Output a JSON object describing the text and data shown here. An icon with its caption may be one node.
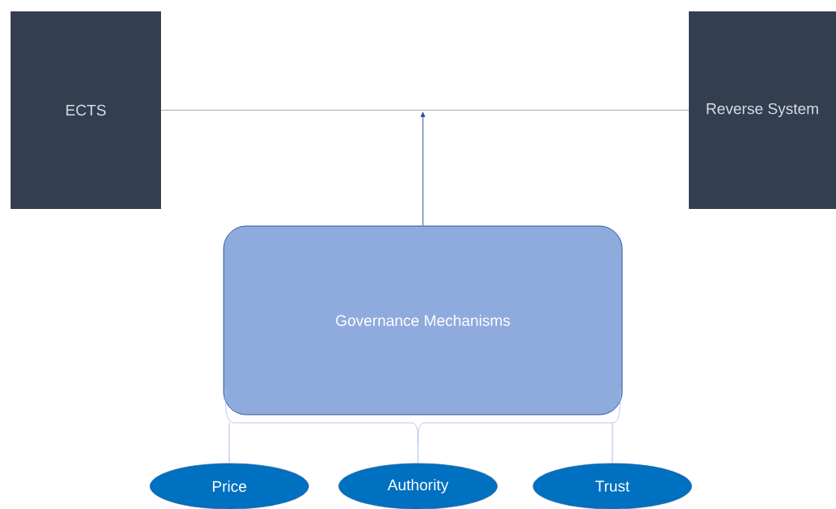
{
  "diagram": {
    "nodes": [
      {
        "text": [
          "ECTS"
        ]
      },
      {
        "text": [
          "Reverse System"
        ]
      },
      {
        "text": [
          "Governance Mechanisms"
        ]
      },
      {
        "text": [
          "Price"
        ]
      },
      {
        "text": [
          "Authority"
        ]
      },
      {
        "text": [
          "Trust"
        ]
      }
    ],
    "edges": [
      {
        "from": 0,
        "to": 1,
        "arrow": "none",
        "color": "#a6a6a6"
      },
      {
        "from": 2,
        "to": null,
        "arrow": "to",
        "color": "#2f5597"
      },
      {
        "from": 2,
        "to": 3,
        "arrow": "none"
      },
      {
        "from": 2,
        "to": 4,
        "arrow": "none"
      },
      {
        "from": 2,
        "to": 5,
        "arrow": "none"
      }
    ]
  }
}
